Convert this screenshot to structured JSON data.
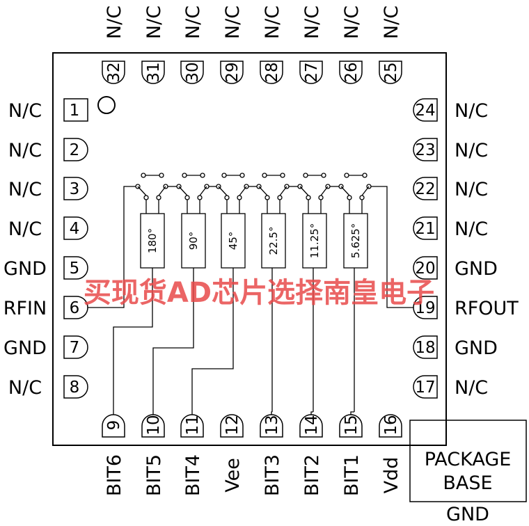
{
  "watermark": "买现货AD芯片选择南皇电子",
  "package_base": {
    "line1": "PACKAGE",
    "line2": "BASE",
    "gnd": "GND"
  },
  "top_pins": [
    {
      "num": "32",
      "label": "N/C"
    },
    {
      "num": "31",
      "label": "N/C"
    },
    {
      "num": "30",
      "label": "N/C"
    },
    {
      "num": "29",
      "label": "N/C"
    },
    {
      "num": "28",
      "label": "N/C"
    },
    {
      "num": "27",
      "label": "N/C"
    },
    {
      "num": "26",
      "label": "N/C"
    },
    {
      "num": "25",
      "label": "N/C"
    }
  ],
  "left_pins": [
    {
      "num": "1",
      "label": "N/C"
    },
    {
      "num": "2",
      "label": "N/C"
    },
    {
      "num": "3",
      "label": "N/C"
    },
    {
      "num": "4",
      "label": "N/C"
    },
    {
      "num": "5",
      "label": "GND"
    },
    {
      "num": "6",
      "label": "RFIN"
    },
    {
      "num": "7",
      "label": "GND"
    },
    {
      "num": "8",
      "label": "N/C"
    }
  ],
  "right_pins": [
    {
      "num": "24",
      "label": "N/C"
    },
    {
      "num": "23",
      "label": "N/C"
    },
    {
      "num": "22",
      "label": "N/C"
    },
    {
      "num": "21",
      "label": "N/C"
    },
    {
      "num": "20",
      "label": "GND"
    },
    {
      "num": "19",
      "label": "RFOUT"
    },
    {
      "num": "18",
      "label": "GND"
    },
    {
      "num": "17",
      "label": "N/C"
    }
  ],
  "bottom_pins": [
    {
      "num": "9",
      "label": "BIT6"
    },
    {
      "num": "10",
      "label": "BIT5"
    },
    {
      "num": "11",
      "label": "BIT4"
    },
    {
      "num": "12",
      "label": "Vee"
    },
    {
      "num": "13",
      "label": "BIT3"
    },
    {
      "num": "14",
      "label": "BIT2"
    },
    {
      "num": "15",
      "label": "BIT1"
    },
    {
      "num": "16",
      "label": "Vdd"
    }
  ],
  "stages": [
    "180°",
    "90°",
    "45°",
    "22.5°",
    "11.25°",
    "5.625°"
  ]
}
